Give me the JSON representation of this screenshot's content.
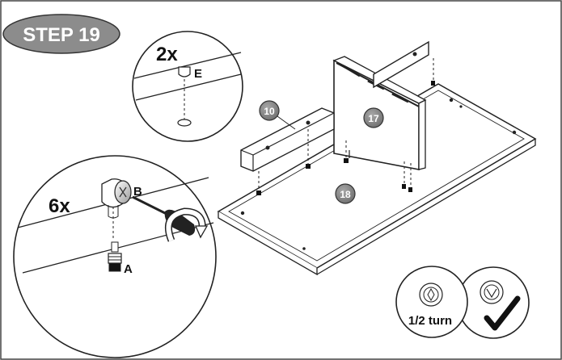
{
  "step": {
    "label": "STEP 19"
  },
  "detail_top": {
    "quantity": "2x",
    "part": "E"
  },
  "detail_bottom": {
    "quantity": "6x",
    "cam_part": "B",
    "dowel_part": "A"
  },
  "parts": {
    "rail": "10",
    "panel": "17",
    "base": "18"
  },
  "tightening": {
    "turn_label": "1/2 turn"
  },
  "colors": {
    "badge": "#8c8c8c",
    "line": "#1a1a1a",
    "panel_fill": "#ffffff"
  },
  "icons": [
    "screwdriver-icon",
    "rotate-arrow-icon",
    "cam-lock-icon",
    "checkmark-icon"
  ]
}
